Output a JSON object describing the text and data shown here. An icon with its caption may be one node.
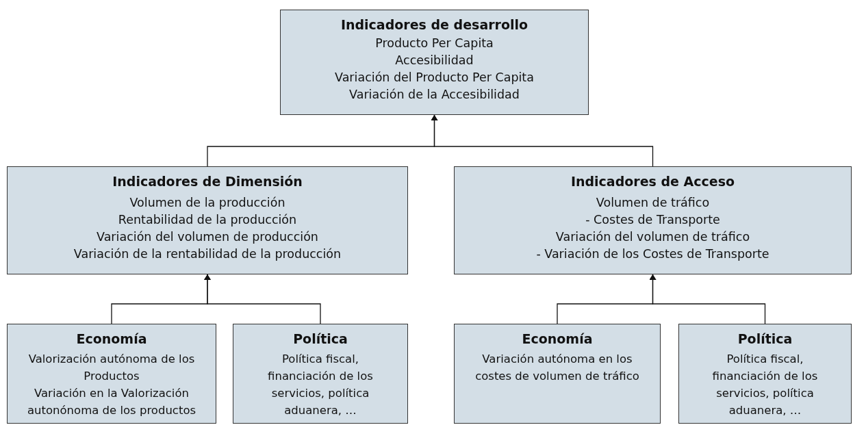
{
  "diagram": {
    "nodes": [
      {
        "text": [
          "Indicadores de desarrollo",
          "Producto Per Capita",
          "Accesibilidad",
          "Variación del Producto Per Capita",
          "Variación de la Accesibilidad"
        ]
      },
      {
        "text": [
          "Indicadores de Dimensión",
          "Volumen de la producción",
          "Rentabilidad de la producción",
          "Variación del volumen de producción",
          "Variación de la rentabilidad de la producción"
        ]
      },
      {
        "text": [
          "Indicadores de Acceso",
          "Volumen de tráfico",
          "- Costes de Transporte",
          "Variación del volumen de tráfico",
          "- Variación de los Costes de Transporte"
        ]
      },
      {
        "text": [
          "Economía",
          "Valorización autónoma de los Productos",
          "Variación en la Valorización autonónoma de los productos"
        ]
      },
      {
        "text": [
          "Política",
          "Política fiscal, financiación de los servicios, política aduanera, …"
        ]
      },
      {
        "text": [
          "Economía",
          "Variación autónoma en los costes de volumen de tráfico"
        ]
      },
      {
        "text": [
          "Política",
          "Política fiscal, financiación de los servicios, política aduanera, …"
        ]
      }
    ],
    "edges": [
      {
        "from": 1,
        "to": 0,
        "arrow": "to"
      },
      {
        "from": 2,
        "to": 0,
        "arrow": "to"
      },
      {
        "from": 3,
        "to": 1,
        "arrow": "to"
      },
      {
        "from": 4,
        "to": 1,
        "arrow": "to"
      },
      {
        "from": 5,
        "to": 2,
        "arrow": "to"
      },
      {
        "from": 6,
        "to": 2,
        "arrow": "to"
      }
    ]
  }
}
